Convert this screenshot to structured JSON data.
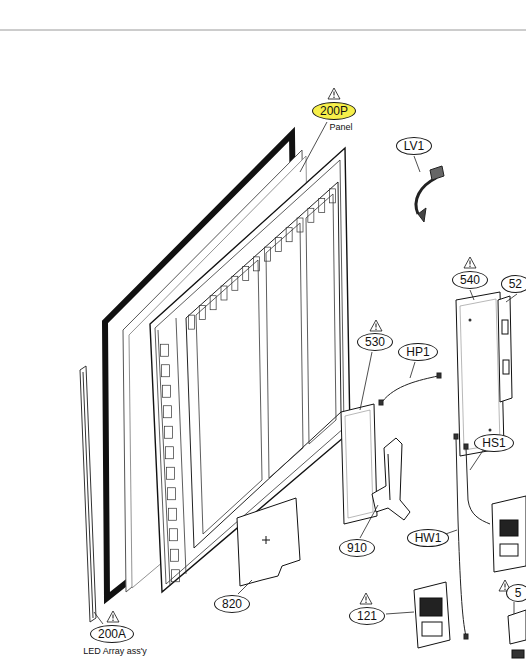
{
  "diagram": {
    "nodes": [
      {
        "text": [
          "200P"
        ]
      },
      {
        "text": [
          "LV1"
        ]
      },
      {
        "text": [
          "540"
        ]
      },
      {
        "text": [
          "52"
        ]
      },
      {
        "text": [
          "530"
        ]
      },
      {
        "text": [
          "HP1"
        ]
      },
      {
        "text": [
          "HS1"
        ]
      },
      {
        "text": [
          "910"
        ]
      },
      {
        "text": [
          "HW1"
        ]
      },
      {
        "text": [
          "820"
        ]
      },
      {
        "text": [
          "121"
        ]
      },
      {
        "text": [
          "5"
        ]
      },
      {
        "text": [
          "200A"
        ]
      }
    ],
    "labels": [
      "Panel",
      "LED Array ass'y"
    ]
  }
}
